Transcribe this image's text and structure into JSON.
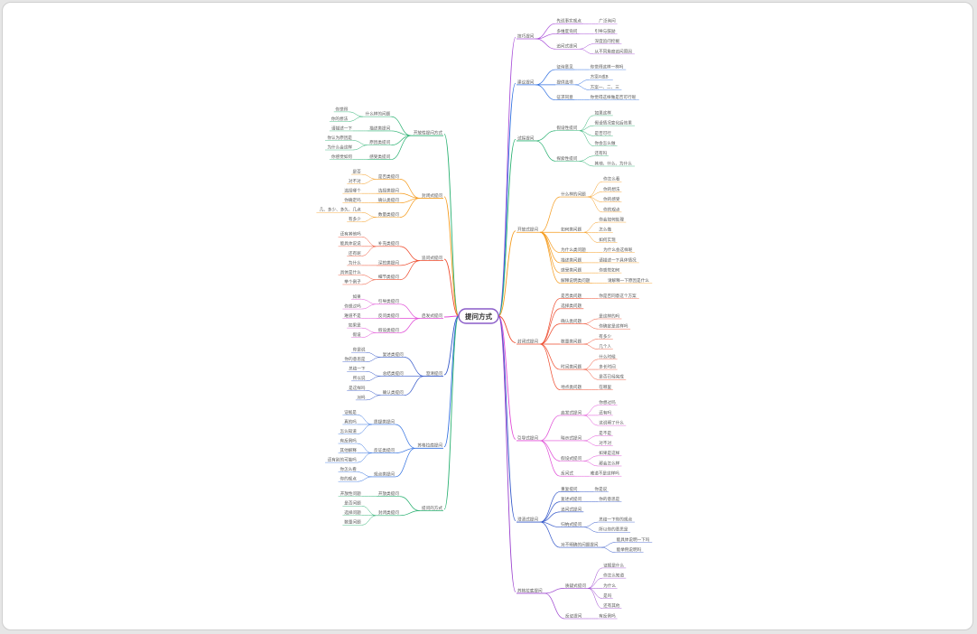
{
  "root": "提问方式",
  "colors": {
    "purple": "#a84fd8",
    "blue": "#2f6fe0",
    "green": "#28b070",
    "orange": "#f59b1c",
    "red": "#ee4a2c",
    "magenta": "#e04ad6",
    "darkblue": "#3357c9",
    "purple2": "#9a40ce"
  },
  "right": [
    {
      "label": "技巧提问",
      "color": "purple",
      "children": [
        {
          "label": "先说事实观点",
          "children": [
            {
              "label": "广泛询问"
            }
          ]
        },
        {
          "label": "多维度询问",
          "children": [
            {
              "label": "引导与鼓励"
            }
          ]
        },
        {
          "label": "追问式提问",
          "children": [
            {
              "label": "深度追问挖掘"
            },
            {
              "label": "从不同角度追问原因"
            }
          ]
        }
      ]
    },
    {
      "label": "建议提问",
      "color": "blue",
      "children": [
        {
          "label": "征询意见",
          "children": [
            {
              "label": "你觉得这样一样吗"
            }
          ]
        },
        {
          "label": "提供选项",
          "children": [
            {
              "label": "方案A或B"
            },
            {
              "label": "方案一、二、三"
            }
          ]
        },
        {
          "label": "征求同意",
          "children": [
            {
              "label": "你觉得这样做是否可行呢"
            }
          ]
        }
      ]
    },
    {
      "label": "试探提问",
      "color": "green",
      "children": [
        {
          "label": "假设性提问",
          "children": [
            {
              "label": "如果这样"
            },
            {
              "label": "假设情况变化后效果"
            },
            {
              "label": "是否可行"
            },
            {
              "label": "你会怎么做"
            }
          ]
        },
        {
          "label": "探索性提问",
          "children": [
            {
              "label": "还有吗"
            },
            {
              "label": "其他、什么、为什么"
            }
          ]
        }
      ]
    },
    {
      "label": "开放式提问",
      "color": "orange",
      "children": [
        {
          "label": "什么样的问题",
          "children": [
            {
              "label": "你怎么看"
            },
            {
              "label": "你的想法"
            },
            {
              "label": "你的感受"
            },
            {
              "label": "你的观点"
            }
          ]
        },
        {
          "label": "如何类问题",
          "children": [
            {
              "label": "你会如何处理"
            },
            {
              "label": "怎么做"
            },
            {
              "label": "如何实现"
            }
          ]
        },
        {
          "label": "为什么类问题",
          "children": [
            {
              "label": "为什么会这样呢"
            }
          ]
        },
        {
          "label": "描述类问题",
          "children": [
            {
              "label": "请描述一下具体情况"
            }
          ]
        },
        {
          "label": "感受类问题",
          "children": [
            {
              "label": "你感觉如何"
            }
          ]
        },
        {
          "label": "解释说明类问题",
          "children": [
            {
              "label": "请解释一下原因是什么"
            }
          ]
        }
      ]
    },
    {
      "label": "封闭式提问",
      "color": "red",
      "children": [
        {
          "label": "是否类问题",
          "children": [
            {
              "label": "你是否同意这个方案"
            }
          ]
        },
        {
          "label": "选择类问题",
          "children": []
        },
        {
          "label": "确认类问题",
          "children": [
            {
              "label": "是这样的吗"
            },
            {
              "label": "你确定是这样吗"
            }
          ]
        },
        {
          "label": "数量类问题",
          "children": [
            {
              "label": "有多少"
            },
            {
              "label": "几个人"
            }
          ]
        },
        {
          "label": "时间类问题",
          "children": [
            {
              "label": "什么时候"
            },
            {
              "label": "多长时间"
            },
            {
              "label": "是否已经完成"
            }
          ]
        },
        {
          "label": "地点类问题",
          "children": [
            {
              "label": "在哪里"
            }
          ]
        }
      ]
    },
    {
      "label": "引导式提问",
      "color": "magenta",
      "children": [
        {
          "label": "启发式提问",
          "children": [
            {
              "label": "你想过吗"
            },
            {
              "label": "还有吗"
            },
            {
              "label": "这说明了什么"
            }
          ]
        },
        {
          "label": "暗示式提问",
          "children": [
            {
              "label": "是不是"
            },
            {
              "label": "对不对"
            }
          ]
        },
        {
          "label": "假设式提问",
          "children": [
            {
              "label": "如果是这样"
            },
            {
              "label": "那会怎么样"
            }
          ]
        },
        {
          "label": "反问式",
          "children": [
            {
              "label": "难道不是这样吗"
            }
          ]
        }
      ]
    },
    {
      "label": "澄清式提问",
      "color": "darkblue",
      "children": [
        {
          "label": "重复提问",
          "children": [
            {
              "label": "你是说"
            }
          ]
        },
        {
          "label": "复述式提问",
          "children": [
            {
              "label": "你的意思是"
            }
          ]
        },
        {
          "label": "追问式提问",
          "children": []
        },
        {
          "label": "归纳式提问",
          "children": [
            {
              "label": "总结一下你的观点"
            },
            {
              "label": "所以你的意思是"
            }
          ]
        },
        {
          "label": "对不明确的问题提问",
          "children": [
            {
              "label": "能具体说明一下吗"
            },
            {
              "label": "能举例说明吗"
            }
          ]
        }
      ]
    },
    {
      "label": "苏格拉底提问",
      "color": "purple2",
      "children": [
        {
          "label": "质疑式提问",
          "children": [
            {
              "label": "证据是什么"
            },
            {
              "label": "你怎么知道"
            },
            {
              "label": "为什么"
            },
            {
              "label": "是吗"
            },
            {
              "label": "还有其他"
            }
          ]
        },
        {
          "label": "反证提问",
          "children": [
            {
              "label": "有反例吗"
            }
          ]
        }
      ]
    }
  ],
  "left": [
    {
      "label": "开放性提问方式",
      "color": "green",
      "children": [
        {
          "label": "什么样的问题",
          "children": [
            {
              "label": "你觉得"
            },
            {
              "label": "你的想法"
            }
          ]
        },
        {
          "label": "描述类提问",
          "children": [
            {
              "label": "请描述一下"
            }
          ]
        },
        {
          "label": "原因类提问",
          "children": [
            {
              "label": "你认为原因是"
            },
            {
              "label": "为什么会这样"
            }
          ]
        },
        {
          "label": "感受类提问",
          "children": [
            {
              "label": "你感觉如何"
            }
          ]
        }
      ]
    },
    {
      "label": "封闭式提问",
      "color": "orange",
      "children": [
        {
          "label": "是否类提问",
          "children": [
            {
              "label": "是否"
            },
            {
              "label": "对不对"
            }
          ]
        },
        {
          "label": "选择类提问",
          "children": [
            {
              "label": "选择哪个"
            }
          ]
        },
        {
          "label": "确认类提问",
          "children": [
            {
              "label": "你确定吗"
            }
          ]
        },
        {
          "label": "数量类提问",
          "children": [
            {
              "label": "几、多少、多久、几点"
            },
            {
              "label": "有多少"
            }
          ]
        }
      ]
    },
    {
      "label": "追问式提问",
      "color": "red",
      "children": [
        {
          "label": "补充类提问",
          "children": [
            {
              "label": "还有其他吗"
            },
            {
              "label": "能具体说说"
            },
            {
              "label": "还有呢"
            }
          ]
        },
        {
          "label": "深挖类提问",
          "children": [
            {
              "label": "为什么"
            }
          ]
        },
        {
          "label": "细节类提问",
          "children": [
            {
              "label": "具体是什么"
            },
            {
              "label": "举个例子"
            }
          ]
        }
      ]
    },
    {
      "label": "启发式提问",
      "color": "magenta",
      "children": [
        {
          "label": "引导类提问",
          "children": [
            {
              "label": "如果"
            },
            {
              "label": "你想过吗"
            }
          ]
        },
        {
          "label": "反问类提问",
          "children": [
            {
              "label": "难道不是"
            }
          ]
        },
        {
          "label": "假设类提问",
          "children": [
            {
              "label": "如果是"
            },
            {
              "label": "假设"
            }
          ]
        }
      ]
    },
    {
      "label": "澄清提问",
      "color": "darkblue",
      "children": [
        {
          "label": "复述类提问",
          "children": [
            {
              "label": "你是说"
            },
            {
              "label": "你的意思是"
            }
          ]
        },
        {
          "label": "总结类提问",
          "children": [
            {
              "label": "总结一下"
            },
            {
              "label": "所以说"
            }
          ]
        },
        {
          "label": "确认类提问",
          "children": [
            {
              "label": "是这样吗"
            },
            {
              "label": "对吗"
            }
          ]
        }
      ]
    },
    {
      "label": "苏格拉底提问",
      "color": "blue",
      "children": [
        {
          "label": "质疑类提问",
          "children": [
            {
              "label": "证据是"
            },
            {
              "label": "真的吗"
            },
            {
              "label": "怎么知道"
            }
          ]
        },
        {
          "label": "反证类提问",
          "children": [
            {
              "label": "有反例吗"
            },
            {
              "label": "其他解释"
            },
            {
              "label": "还有别的可能吗"
            }
          ]
        },
        {
          "label": "观点类提问",
          "children": [
            {
              "label": "你怎么看"
            },
            {
              "label": "你的观点"
            }
          ]
        }
      ]
    },
    {
      "label": "提问的方式",
      "color": "green",
      "children": [
        {
          "label": "开放类提问",
          "children": [
            {
              "label": "开放性问题"
            }
          ]
        },
        {
          "label": "封闭类提问",
          "children": [
            {
              "label": "是否问题"
            },
            {
              "label": "选择问题"
            },
            {
              "label": "数量问题"
            }
          ]
        }
      ]
    }
  ]
}
